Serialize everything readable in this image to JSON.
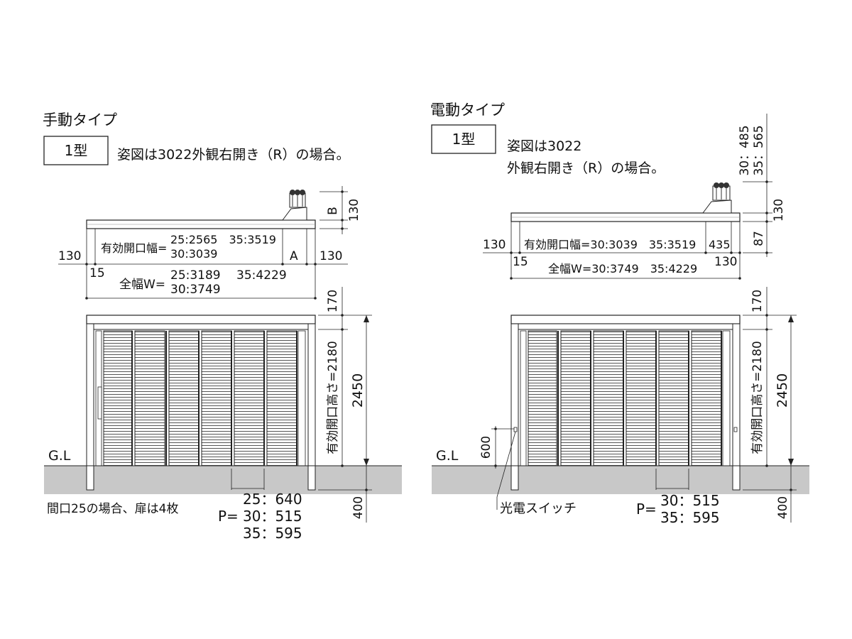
{
  "manual": {
    "heading": "手動タイプ",
    "type_box": "1型",
    "note": "姿図は3022外観右開き（R）の場合。",
    "dim_B": "B",
    "dim_top_130": "130",
    "eff_width_label": "有効開口幅=",
    "eff_width_line1": "25:2565　35:3519",
    "eff_width_line2": "30:3039",
    "dim_A": "A",
    "dim_left_130": "130",
    "dim_right_130": "130",
    "dim_15": "15",
    "total_width_label": "全幅W=",
    "total_width_line1": "25:3189　 35:4229",
    "total_width_line2": "30:3749",
    "dim_170": "170",
    "eff_height_label": "有効開口高さ=2180",
    "dim_2450": "2450",
    "gl_label": "G.L",
    "dim_400": "400",
    "note_bottom": "間口25の場合、扉は4枚",
    "pitch_label": "P=",
    "pitch_line1": "25：640",
    "pitch_line2": "30：515",
    "pitch_line3": "35：595"
  },
  "electric": {
    "heading": "電動タイプ",
    "type_box": "1型",
    "note_line1": "姿図は3022",
    "note_line2": "外観右開き（R）の場合。",
    "dim_30_485": "30：485",
    "dim_35_565": "35：565",
    "dim_top_130": "130",
    "dim_87": "87",
    "dim_left_130": "130",
    "eff_width": "有効開口幅=30:3039　35:3519",
    "dim_435": "435",
    "dim_15": "15",
    "dim_right_130": "130",
    "total_width": "全幅W=30:3749　35:4229",
    "dim_170": "170",
    "eff_height_label": "有効開口高さ=2180",
    "dim_2450": "2450",
    "dim_600": "600",
    "gl_label": "G.L",
    "dim_400": "400",
    "sensor_label": "光電スイッチ",
    "pitch_label": "P=",
    "pitch_line1": "30：515",
    "pitch_line2": "35：595"
  }
}
